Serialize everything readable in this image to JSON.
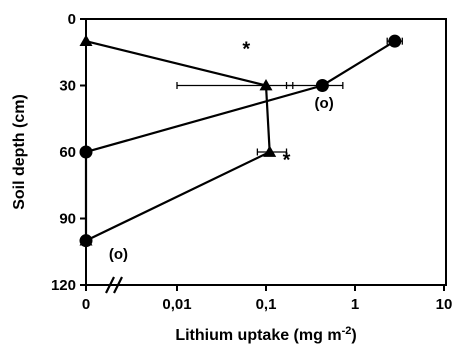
{
  "chart_data": {
    "type": "line",
    "xlabel": {
      "text": "Lithium uptake (mg m",
      "sup": "-2",
      "suffix": ")"
    },
    "ylabel": "Soil depth (cm)",
    "x_scale": "log",
    "x_axis_break": true,
    "x_ticks": [
      "0",
      "0,01",
      "0,1",
      "1",
      "10"
    ],
    "x_tick_values": [
      0,
      0.01,
      0.1,
      1,
      10
    ],
    "xlim": [
      0,
      10
    ],
    "y_ticks": [
      "0",
      "30",
      "60",
      "90",
      "120"
    ],
    "y_tick_values": [
      0,
      30,
      60,
      90,
      120
    ],
    "ylim": [
      0,
      120
    ],
    "y_inverted": true,
    "grid": false,
    "series": [
      {
        "marker": "circle",
        "points": [
          {
            "x": 2.8,
            "y": 10,
            "xerr_low": 0.5,
            "xerr_high": 0.6
          },
          {
            "x": 0.43,
            "y": 30,
            "xerr_low": 0.26,
            "xerr_high": 0.3
          },
          {
            "x": 0,
            "y": 60
          },
          {
            "x": 0,
            "y": 100
          }
        ]
      },
      {
        "marker": "triangle",
        "points": [
          {
            "x": 0,
            "y": 10
          },
          {
            "x": 0.1,
            "y": 30,
            "xerr_low": 0.09,
            "xerr_high": 0.1
          },
          {
            "x": 0.11,
            "y": 60,
            "xerr_low": 0.03,
            "xerr_high": 0.06
          },
          {
            "x": 0,
            "y": 100
          }
        ]
      }
    ],
    "annotations": [
      {
        "text": "*",
        "x": 0.06,
        "y": 12
      },
      {
        "text": "*",
        "x": 0.17,
        "y": 62
      },
      {
        "text": "(o)",
        "x": 0.45,
        "y": 38
      },
      {
        "text": "(o)",
        "x": 0.0022,
        "y": 106
      }
    ]
  }
}
